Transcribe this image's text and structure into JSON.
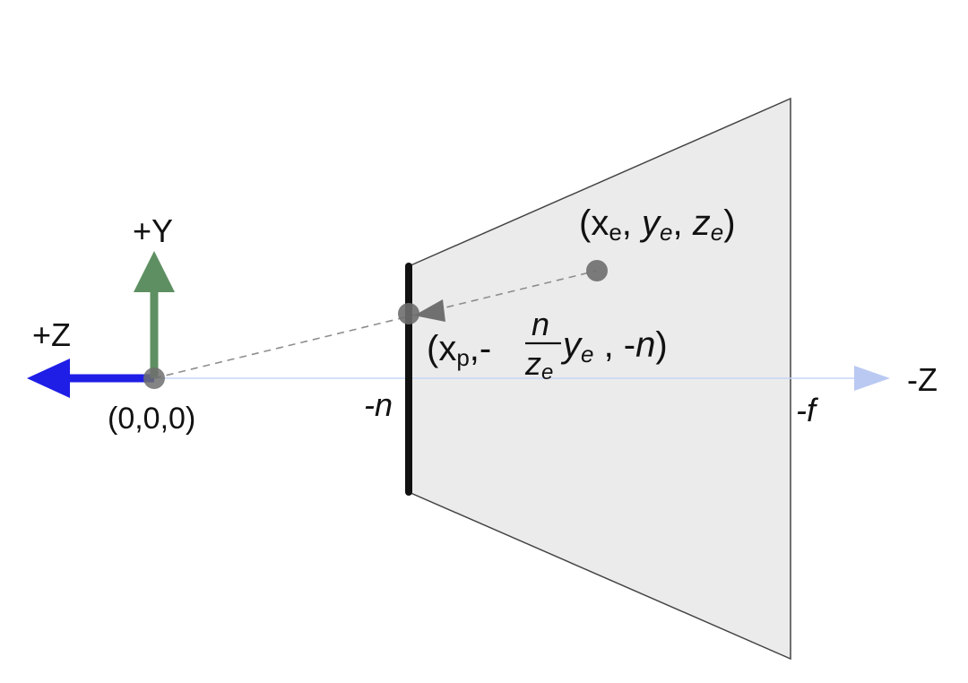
{
  "labels": {
    "plus_y": "+Y",
    "plus_z": "+Z",
    "minus_z": "-Z",
    "origin": "(0,0,0)",
    "near": "-n",
    "far": "-f"
  },
  "eye_point": {
    "open": "(",
    "x": "x",
    "x_sub": "e",
    "comma1": ", ",
    "y": "y",
    "y_sub": "e",
    "comma2": ", ",
    "z": "z",
    "z_sub": "e",
    "close": ")"
  },
  "projected_point": {
    "open": "(",
    "x": "x",
    "x_sub": "p",
    "sep": ",- ",
    "frac_num": "n",
    "frac_den": "z",
    "frac_den_sub": "e",
    "y": "y",
    "y_sub": "e",
    "tail": " , -",
    "n": "n",
    "close": ")"
  },
  "colors": {
    "frustum_fill": "#ebebeb",
    "frustum_stroke": "#444444",
    "y_axis": "#5e8f62",
    "z_axis_positive": "#1f1ee6",
    "z_axis_negative": "#b9c9f2",
    "near_plane": "#111111",
    "points": "#6e6e6e"
  }
}
